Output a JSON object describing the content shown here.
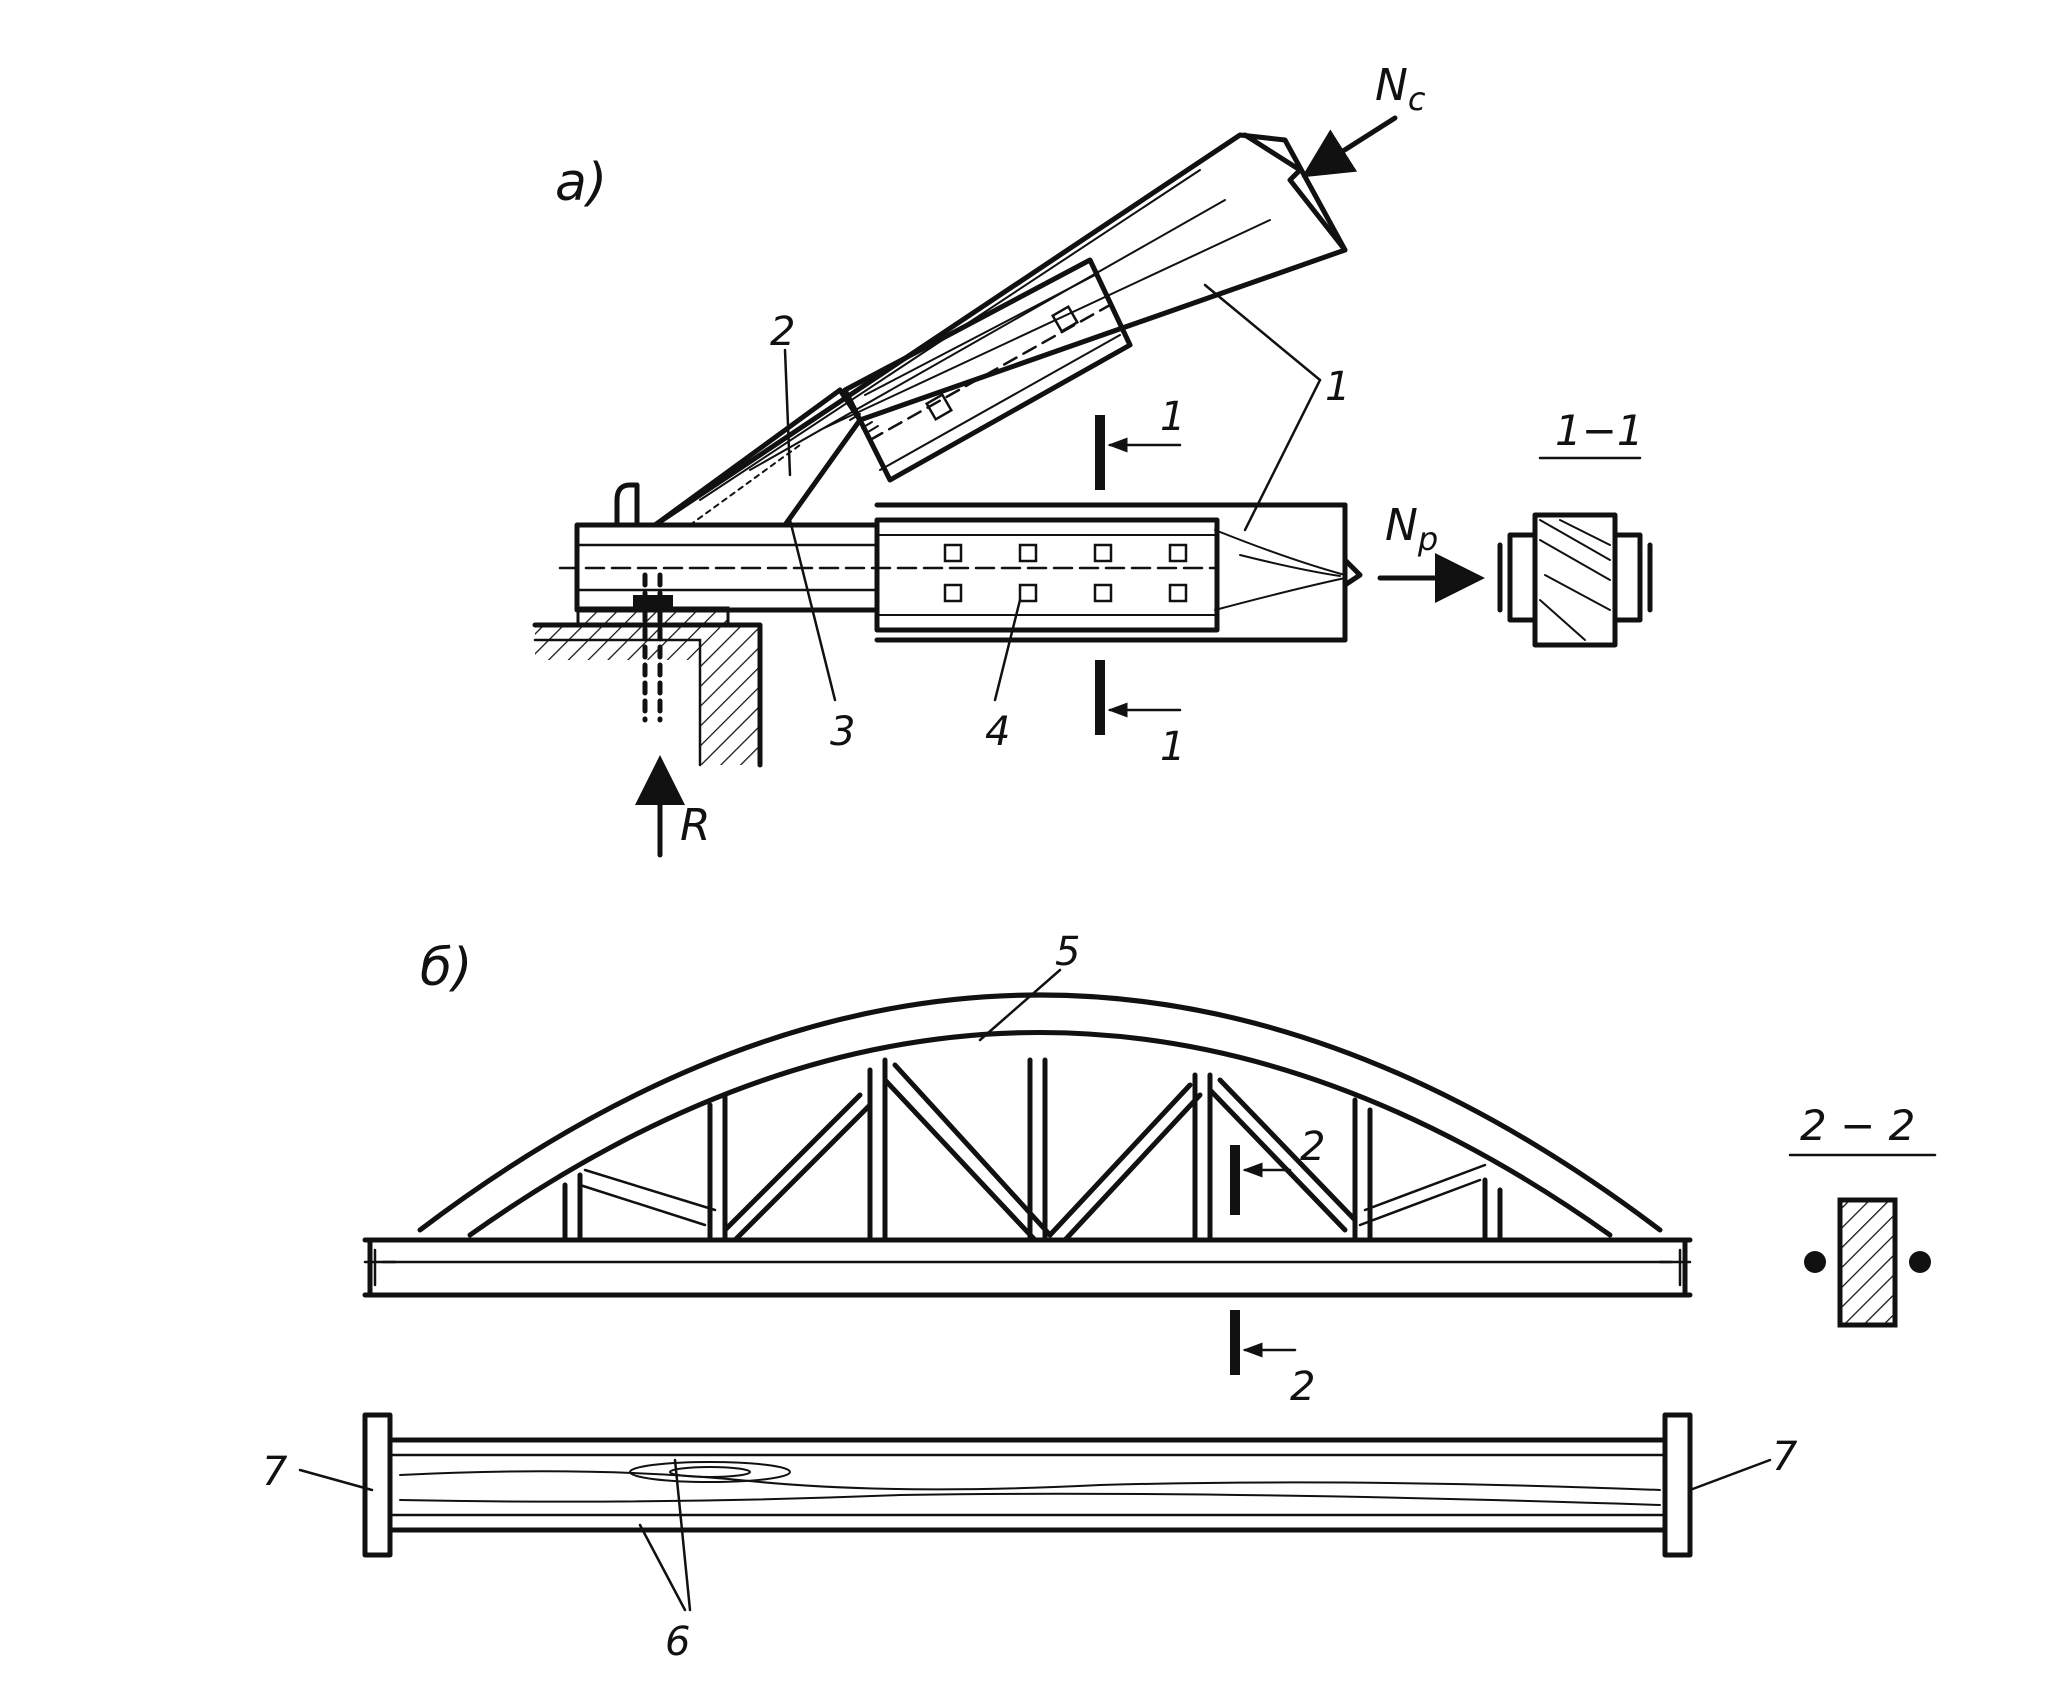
{
  "figure": {
    "part_a": {
      "label": "а)",
      "callouts": [
        "1",
        "2",
        "3",
        "4"
      ],
      "forces": {
        "compression": "N",
        "compression_sub": "c",
        "tension": "N",
        "tension_sub": "p",
        "reaction": "R"
      },
      "section_marks": [
        "1",
        "1"
      ],
      "section_title": "1−1"
    },
    "part_b": {
      "label": "б)",
      "callouts": [
        "5",
        "6",
        "7",
        "7"
      ],
      "section_marks": [
        "2",
        "2"
      ],
      "section_title": "2 − 2"
    }
  },
  "colors": {
    "ink": "#111111",
    "paper": "#ffffff"
  }
}
